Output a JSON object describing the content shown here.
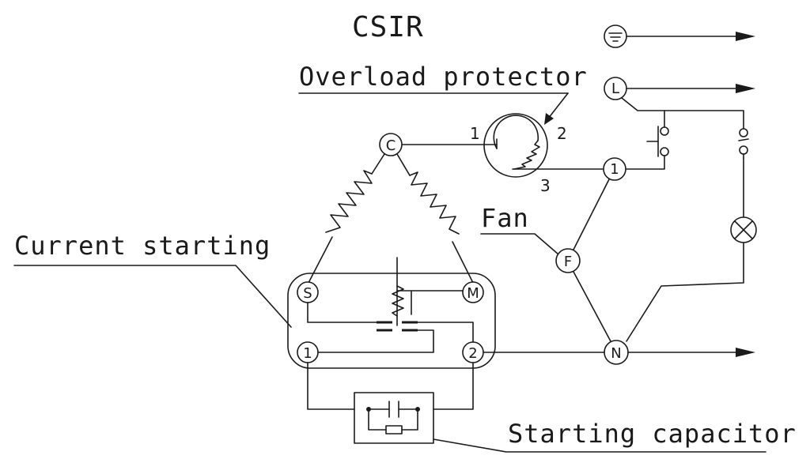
{
  "title": "CSIR",
  "labels": {
    "overload_protector": "Overload protector",
    "fan": "Fan",
    "current_starting": "Current starting",
    "starting_capacitor": "Starting capacitor"
  },
  "protector_pins": {
    "p1": "1",
    "p2": "2",
    "p3": "3"
  },
  "terminals": {
    "common": "C",
    "start": "S",
    "main": "M",
    "relay_1": "1",
    "relay_2": "2",
    "line": "L",
    "neutral": "N",
    "node_1": "1",
    "fan": "F"
  }
}
